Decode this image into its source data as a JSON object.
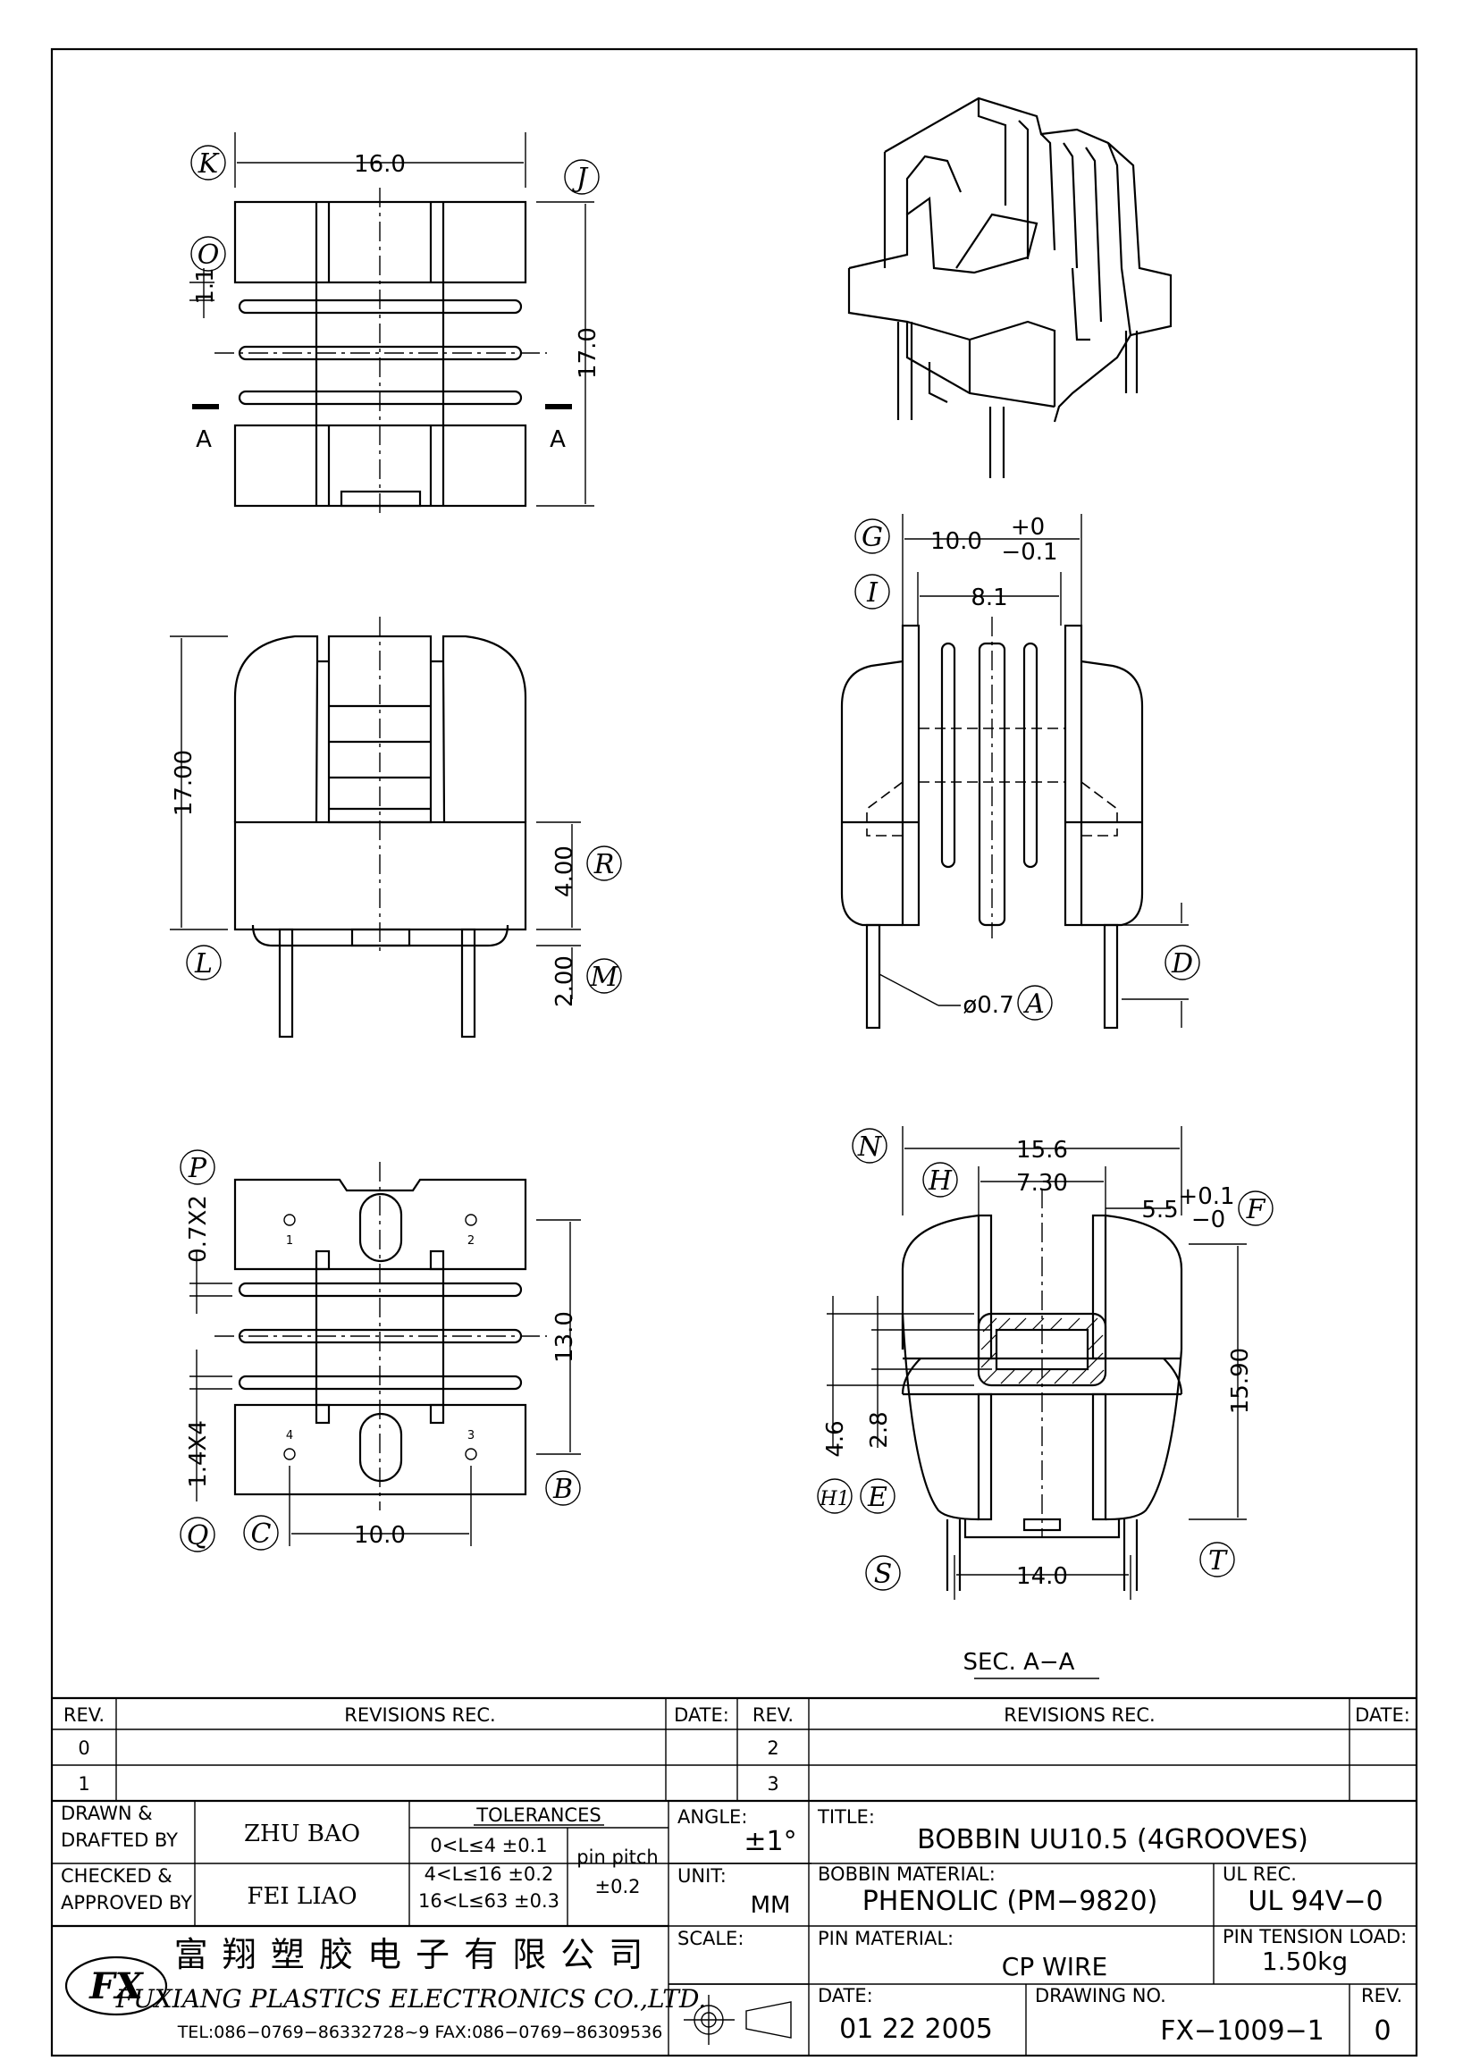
{
  "views": {
    "top": {
      "dim_width": "16.0",
      "dim_height": "17.0",
      "dim_flange": "1.1",
      "section_mark": "A",
      "callouts": [
        "K",
        "J",
        "O"
      ]
    },
    "iso": {},
    "side": {
      "dim_height": "17.00",
      "dim_base": "4.00",
      "dim_pin": "2.00",
      "callouts": [
        "L",
        "R",
        "M"
      ]
    },
    "front": {
      "dim_width": "10.0",
      "tol_plus": "+0",
      "tol_minus": "−0.1",
      "dim_inner": "8.1",
      "dim_pin_dia": "ø0.7",
      "callouts": [
        "G",
        "I",
        "A",
        "D"
      ]
    },
    "bottom": {
      "dim_groove": "0.7X2",
      "dim_height": "13.0",
      "dim_pitch": "10.0",
      "dim_flange": "1.4X4",
      "pin_numbers": [
        "1",
        "2",
        "4",
        "3"
      ],
      "callouts": [
        "P",
        "B",
        "C",
        "Q"
      ]
    },
    "section": {
      "dim_width": "15.6",
      "dim_window": "7.30",
      "dim_core": "5.5",
      "tol_plus": "+0.1",
      "tol_minus": "−0",
      "dim_height": "15.90",
      "dim_small1": "4.6",
      "dim_small2": "2.8",
      "dim_pins": "14.0",
      "caption": "SEC. A−A",
      "callouts": [
        "N",
        "H",
        "F",
        "H1",
        "E",
        "S",
        "T"
      ]
    }
  },
  "title_block": {
    "rev_header": "REV.",
    "revisions_header": "REVISIONS   REC.",
    "date_header": "DATE:",
    "rev_rows_left": [
      "0",
      "1"
    ],
    "rev_rows_right": [
      "2",
      "3"
    ],
    "drawn_label": "DRAWN &\nDRAFTED BY",
    "drawn_name": "ZHU   BAO",
    "checked_label": "CHECKED &\nAPPROVED BY",
    "checked_name": "FEI LIAO",
    "tolerances_header": "TOLERANCES",
    "tol_lines": [
      "0<L≤4    ±0.1",
      "4<L≤16  ±0.2",
      "16<L≤63  ±0.3"
    ],
    "pin_pitch_label": "pin pitch",
    "pin_pitch_value": "±0.2",
    "angle_label": "ANGLE:",
    "angle_value": "±1°",
    "unit_label": "UNIT:",
    "unit_value": "MM",
    "scale_label": "SCALE:",
    "title_label": "TITLE:",
    "title_value": "BOBBIN  UU10.5  (4GROOVES)",
    "bobbin_material_label": "BOBBIN  MATERIAL:",
    "bobbin_material_value": "PHENOLIC  (PM−9820)",
    "ul_label": "UL  REC.",
    "ul_value": "UL  94V−0",
    "pin_material_label": "PIN  MATERIAL:",
    "pin_material_value": "CP  WIRE",
    "pin_tension_label": "PIN  TENSION  LOAD:",
    "pin_tension_value": "1.50kg",
    "date_label": "DATE:",
    "date_value": "01   22   2005",
    "drawing_no_label": "DRAWING  NO.",
    "drawing_no_value": "FX−1009−1",
    "rev_label": "REV.",
    "rev_value": "0",
    "company_cn": "富 翔 塑 胶 电 子 有 限 公 司",
    "company_en": "FUXIANG  PLASTICS  ELECTRONICS  CO.,LTD.",
    "company_contact": "TEL:086−0769−86332728~9   FAX:086−0769−86309536",
    "logo_text": "FX"
  }
}
